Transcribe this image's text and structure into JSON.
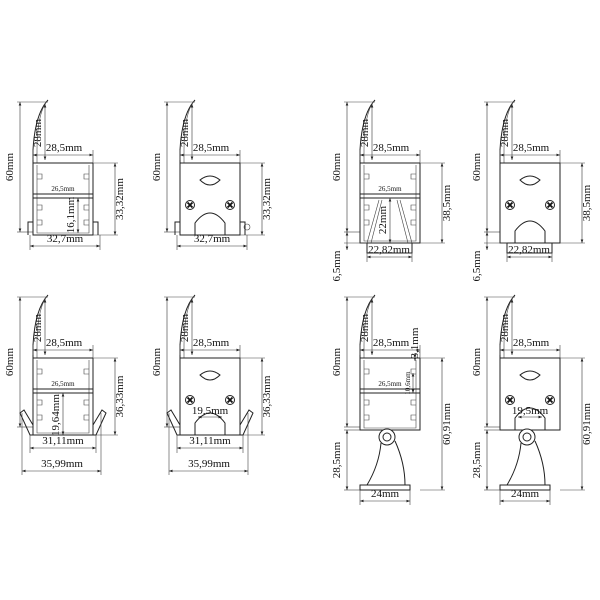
{
  "colors": {
    "line": "#222222",
    "background": "#ffffff"
  },
  "panels": [
    {
      "id": "open-flat",
      "variant": "open",
      "base": "flat",
      "labels": {
        "height": "60mm",
        "fin": "28mm",
        "top_width": "28,5mm",
        "inner": "26,5mm",
        "body_height": "33,32mm",
        "lower": "16,1mm",
        "bottom_width": "32,7mm"
      }
    },
    {
      "id": "cap-flat",
      "variant": "cap",
      "base": "flat",
      "labels": {
        "height": "60mm",
        "fin": "28mm",
        "top_width": "28,5mm",
        "body_height": "33,32mm",
        "bottom_width": "32,7mm"
      }
    },
    {
      "id": "open-lens",
      "variant": "open",
      "base": "lens",
      "labels": {
        "height": "60mm",
        "fin": "28mm",
        "top_width": "28,5mm",
        "inner": "26,5mm",
        "body_height": "38,5mm",
        "lower": "22mm",
        "bottom_width": "22,82mm",
        "offset": "6,5mm"
      }
    },
    {
      "id": "cap-lens",
      "variant": "cap",
      "base": "lens",
      "labels": {
        "height": "60mm",
        "fin": "28mm",
        "top_width": "28,5mm",
        "body_height": "38,5mm",
        "bottom_width": "22,82mm",
        "offset": "6,5mm"
      }
    },
    {
      "id": "open-flare",
      "variant": "open",
      "base": "flare",
      "labels": {
        "height": "60mm",
        "fin": "28mm",
        "top_width": "28,5mm",
        "inner": "26,5mm",
        "body_height": "36,33mm",
        "lower": "19,64mm",
        "inner_width": "31,11mm",
        "bottom_width": "35,99mm"
      }
    },
    {
      "id": "cap-flare",
      "variant": "cap",
      "base": "flare",
      "labels": {
        "height": "60mm",
        "fin": "28mm",
        "top_width": "28,5mm",
        "body_height": "36,33mm",
        "opening": "19,5mm",
        "inner_width": "31,11mm",
        "bottom_width": "35,99mm"
      }
    },
    {
      "id": "open-bracket",
      "variant": "open",
      "base": "bracket",
      "labels": {
        "height": "60mm",
        "fin": "28mm",
        "top_width": "28,5mm",
        "top_gap": "3,1mm",
        "inner": "26,5mm",
        "slot": "10,6mm",
        "body_height": "60,91mm",
        "bracket_height": "28,5mm",
        "bottom_width": "24mm"
      }
    },
    {
      "id": "cap-bracket",
      "variant": "cap",
      "base": "bracket",
      "labels": {
        "height": "60mm",
        "fin": "28mm",
        "top_width": "28,5mm",
        "opening": "19,5mm",
        "body_height": "60,91mm",
        "bracket_height": "28,5mm",
        "bottom_width": "24mm"
      }
    }
  ]
}
